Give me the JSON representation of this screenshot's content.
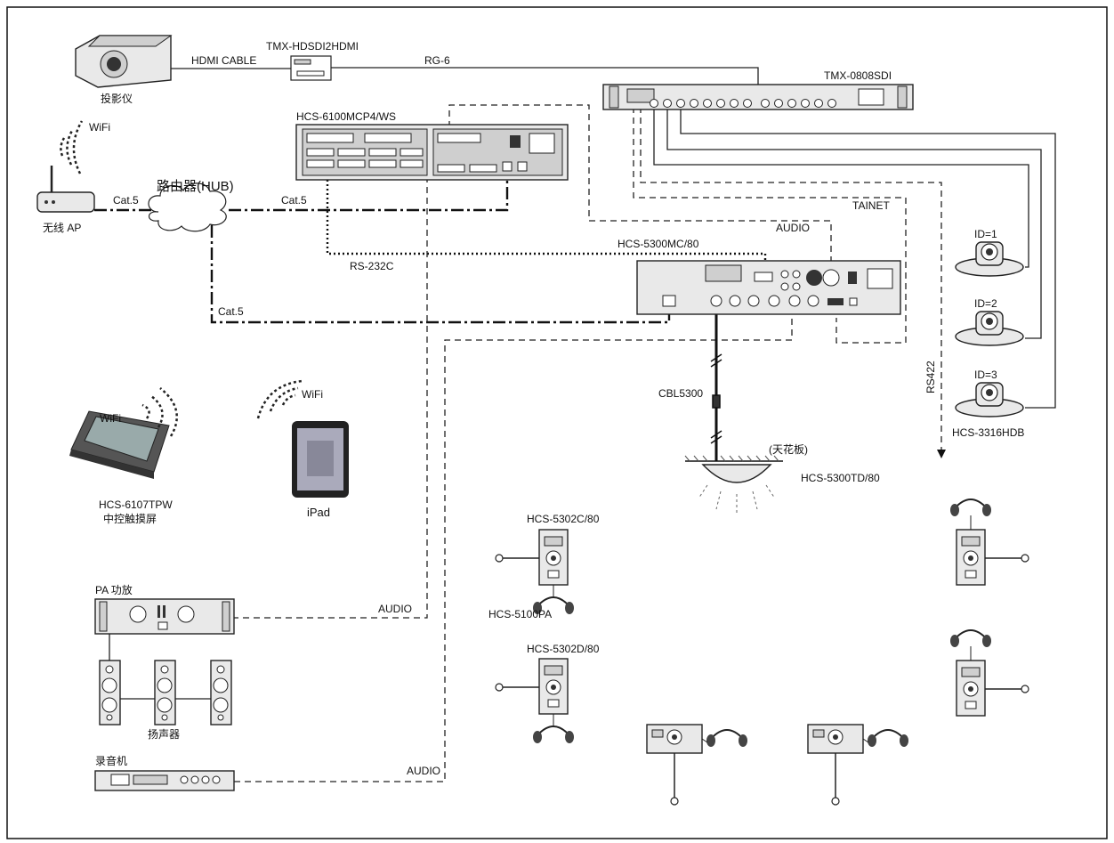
{
  "labels": {
    "projector": "投影仪",
    "hdmi_cable": "HDMI CABLE",
    "tmx_hdsdi2hdmi": "TMX-HDSDI2HDMI",
    "rg6": "RG-6",
    "tmx_0808sdi": "TMX-0808SDI",
    "hcs_6100": "HCS-6100MCP4/WS",
    "wifi_ap": "WiFi",
    "router": "路由器(HUB)",
    "cat5_ap": "Cat.5",
    "cat5_mcp": "Cat.5",
    "wireless_ap": "无线 AP",
    "tainet": "TAINET",
    "audio_top": "AUDIO",
    "hcs_5300mc": "HCS-5300MC/80",
    "rs232c": "RS-232C",
    "cat5_bottom": "Cat.5",
    "id1": "ID=1",
    "id2": "ID=2",
    "id3": "ID=3",
    "rs422": "RS422",
    "hcs_3316hdb": "HCS-3316HDB",
    "cbl5300": "CBL5300",
    "ceiling": "(天花板)",
    "hcs_5300td": "HCS-5300TD/80",
    "wifi_ipad": "WiFi",
    "wifi_touch": "WiFi",
    "ipad": "iPad",
    "hcs_6107": "HCS-6107TPW",
    "touch_cn": "中控触摸屏",
    "hcs_5302c": "HCS-5302C/80",
    "hcs_5100pa": "HCS-5100PA",
    "pa_amp": "PA  功放",
    "audio_pa": "AUDIO",
    "speakers": "扬声器",
    "hcs_5302d": "HCS-5302D/80",
    "recorder": "录音机",
    "audio_rec": "AUDIO"
  }
}
